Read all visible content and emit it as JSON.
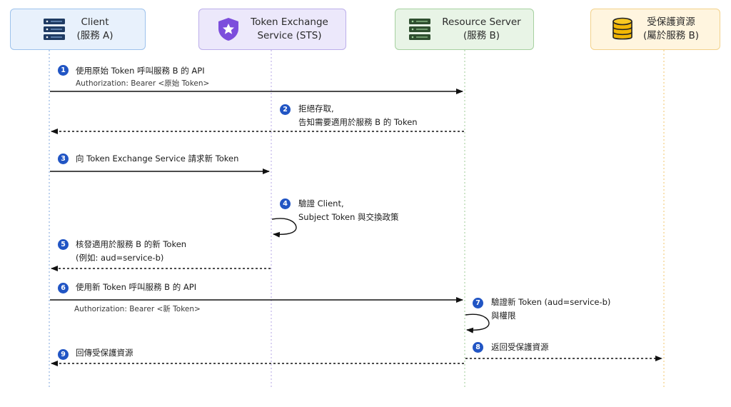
{
  "actors": {
    "client": {
      "line1": "Client",
      "line2": "(服務 A)",
      "icon": "server-stack-icon",
      "color": "#3a78d6"
    },
    "sts": {
      "line1": "Token Exchange",
      "line2": "Service (STS)",
      "icon": "shield-star-icon",
      "color": "#7c4ddc"
    },
    "rs": {
      "line1": "Resource Server",
      "line2": "(服務 B)",
      "icon": "server-stack-icon",
      "color": "#3d7a3d"
    },
    "res": {
      "line1": "受保護資源",
      "line2": "(屬於服務 B)",
      "icon": "database-icon",
      "color": "#e0a400"
    }
  },
  "steps": [
    {
      "num": "1",
      "line1": "使用原始 Token 呼叫服務 B 的 API",
      "sub": "Authorization: Bearer <原始 Token>"
    },
    {
      "num": "2",
      "line1": "拒絕存取,",
      "line2": "告知需要適用於服務 B 的 Token"
    },
    {
      "num": "3",
      "line1": "向 Token Exchange Service 請求新 Token"
    },
    {
      "num": "4",
      "line1": "驗證 Client,",
      "line2": "Subject Token 與交換政策"
    },
    {
      "num": "5",
      "line1": "核發適用於服務 B 的新 Token",
      "line2": "(例如: aud=service-b)"
    },
    {
      "num": "6",
      "line1": "使用新 Token 呼叫服務 B 的 API",
      "sub": "Authorization: Bearer <新 Token>"
    },
    {
      "num": "7",
      "line1": "驗證新 Token (aud=service-b)",
      "line2": "與權限"
    },
    {
      "num": "8",
      "line1": "返回受保護資源"
    },
    {
      "num": "9",
      "line1": "回傳受保護資源"
    }
  ]
}
